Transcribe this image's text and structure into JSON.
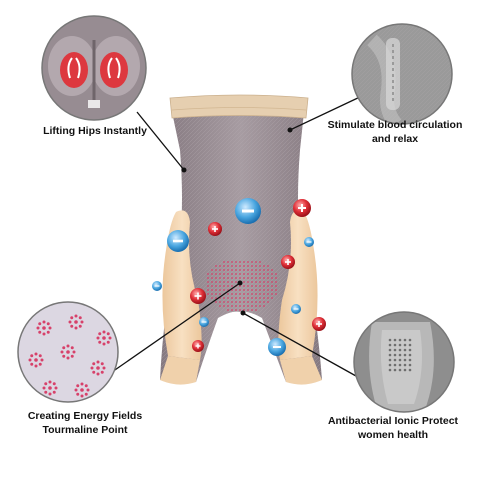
{
  "callouts": {
    "top_left": {
      "line1": "Lifting Hips Instantly",
      "line2": "",
      "icon": "hip-lift-icon"
    },
    "top_right": {
      "line1": "Stimulate blood circulation",
      "line2": "and relax",
      "icon": "fabric-closeup-icon"
    },
    "bottom_left": {
      "line1": "Creating Energy Fields",
      "line2": "Tourmaline Point",
      "icon": "tourmaline-dots-icon"
    },
    "bottom_right": {
      "line1": "Antibacterial Ionic Protect",
      "line2": "women health",
      "icon": "crotch-lining-icon"
    }
  },
  "colors": {
    "garment": "#9b8f95",
    "waistband": "#e6cfb0",
    "skin": "#f3d7b3",
    "ion_red": "#d9202b",
    "ion_blue": "#4aa6e0",
    "tourmaline": "#d7416a"
  }
}
